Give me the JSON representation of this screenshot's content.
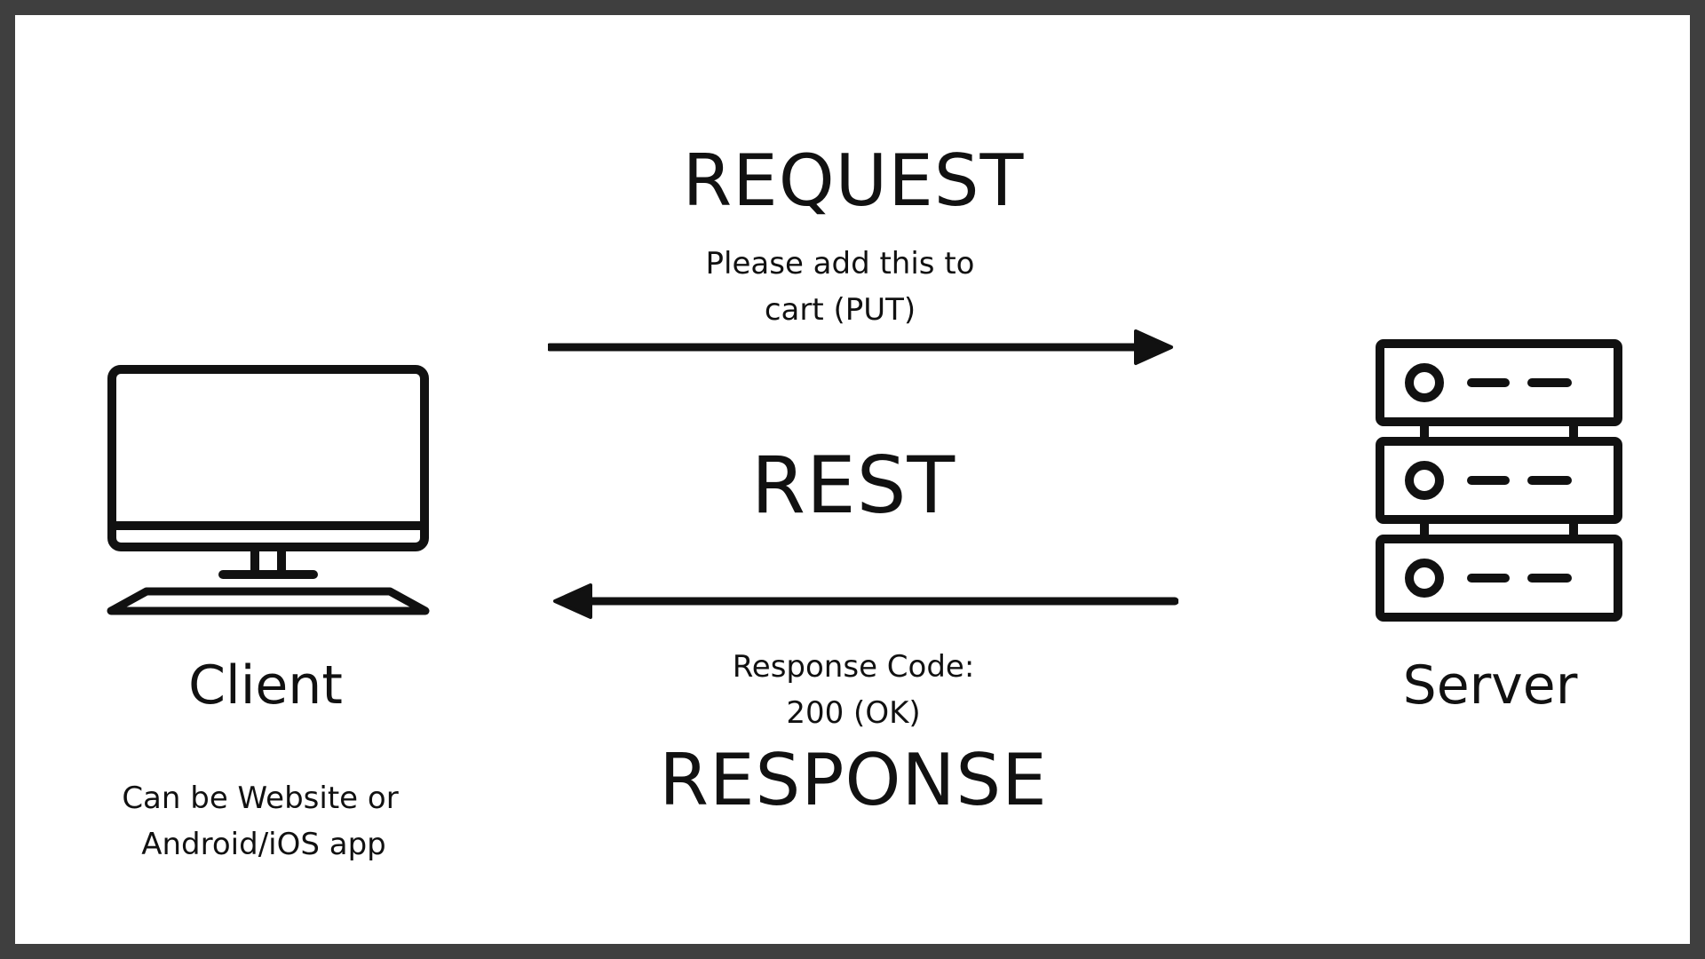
{
  "diagram": {
    "request": {
      "title": "REQUEST",
      "line1": "Please add this to",
      "line2": "cart (PUT)"
    },
    "center_label": "REST",
    "response": {
      "line1": "Response Code:",
      "line2": "200 (OK)",
      "title": "RESPONSE"
    },
    "client": {
      "label": "Client",
      "line1": "Can be Website or",
      "line2": "Android/iOS app",
      "icon": "desktop-computer-icon"
    },
    "server": {
      "label": "Server",
      "icon": "server-rack-icon"
    },
    "colors": {
      "ink": "#111111",
      "background": "#ffffff",
      "border": "#3f3f3f"
    }
  }
}
